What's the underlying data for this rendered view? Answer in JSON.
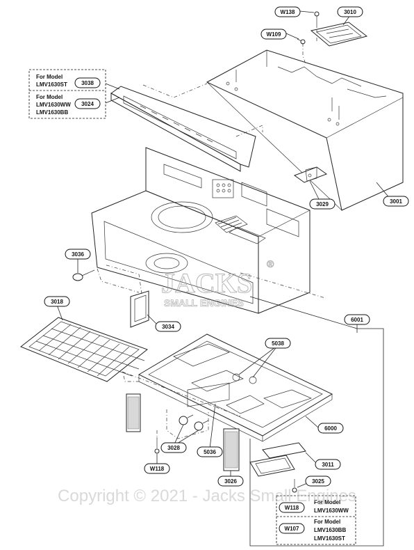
{
  "parts": {
    "w138": "W138",
    "p3010": "3010",
    "w109": "W109",
    "p3038": "3038",
    "p3024": "3024",
    "p3029": "3029",
    "p3001": "3001",
    "p3036": "3036",
    "p3018": "3018",
    "p6001": "6001",
    "p3034": "3034",
    "p5038": "5038",
    "p6000": "6000",
    "p3028": "3028",
    "p5036": "5036",
    "p3011": "3011",
    "w118a": "W118",
    "p3026": "3026",
    "p3025": "3025",
    "w118b": "W118",
    "w107": "W107"
  },
  "notes": {
    "for_model": "For Model",
    "model_st": "LMV1630ST",
    "model_ww": "LMV1630WW",
    "model_bb": "LMV1630BB"
  },
  "watermark": {
    "copyright": "Copyright © 2021 - Jacks Small Engines",
    "logo_main": "JACKS",
    "logo_sub": "SMALL ENGINES",
    "logo_mark": "®"
  }
}
